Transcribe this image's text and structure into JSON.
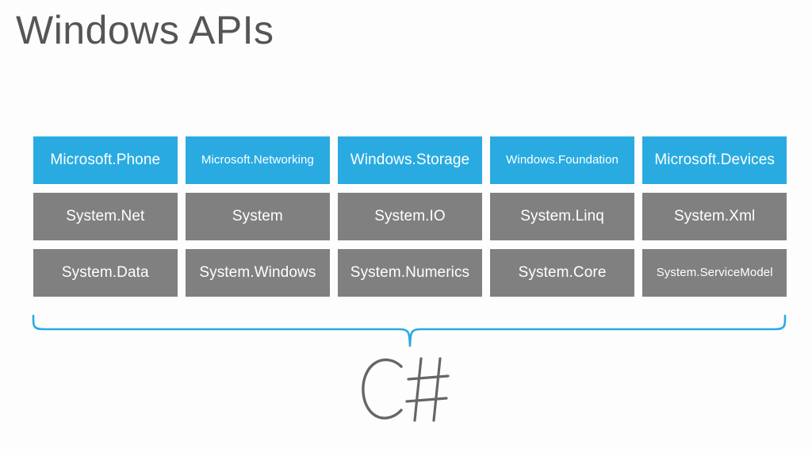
{
  "slide": {
    "title": "Windows APIs",
    "background_color": "#fdfdfd",
    "title_color": "#555555"
  },
  "colors": {
    "accent_blue": "#29ABE2",
    "box_gray": "#808080",
    "box_text": "#ffffff",
    "caption_gray": "#666666"
  },
  "api_grid": {
    "columns": 5,
    "rows": [
      {
        "kind": "windows-runtime",
        "color": "#29ABE2",
        "boxes": [
          {
            "label": "Microsoft.Phone",
            "size": "lg"
          },
          {
            "label": "Microsoft.Networking",
            "size": "sm"
          },
          {
            "label": "Windows.Storage",
            "size": "lg"
          },
          {
            "label": "Windows.Foundation",
            "size": "sm"
          },
          {
            "label": "Microsoft.Devices",
            "size": "lg"
          }
        ]
      },
      {
        "kind": "dotnet-a",
        "color": "#808080",
        "boxes": [
          {
            "label": "System.Net",
            "size": "lg"
          },
          {
            "label": "System",
            "size": "lg"
          },
          {
            "label": "System.IO",
            "size": "lg"
          },
          {
            "label": "System.Linq",
            "size": "lg"
          },
          {
            "label": "System.Xml",
            "size": "lg"
          }
        ]
      },
      {
        "kind": "dotnet-b",
        "color": "#808080",
        "boxes": [
          {
            "label": "System.Data",
            "size": "lg"
          },
          {
            "label": "System.Windows",
            "size": "lg"
          },
          {
            "label": "System.Numerics",
            "size": "lg"
          },
          {
            "label": "System.Core",
            "size": "lg"
          },
          {
            "label": "System.ServiceModel",
            "size": "sm"
          }
        ]
      }
    ]
  },
  "brace": {
    "name": "curly-brace-down",
    "color": "#29ABE2"
  },
  "caption": {
    "text": "C#",
    "color": "#666666"
  }
}
